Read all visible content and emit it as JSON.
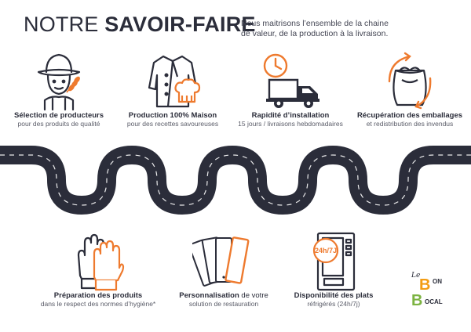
{
  "header": {
    "title_light": "NOTRE",
    "title_bold": "SAVOIR-FAIRE",
    "intro_line1": "Nous maitrisons l’ensemble de la chaine",
    "intro_line2": "de valeur, de la production à la livraison."
  },
  "features_top": [
    {
      "title": "Sélection de producteurs",
      "subtitle": "pour des produits de qualité",
      "icon": "farmer-icon"
    },
    {
      "title": "Production 100% Maison",
      "subtitle": "pour des recettes savoureuses",
      "icon": "chef-jacket-icon"
    },
    {
      "title": "Rapidité d’installation",
      "subtitle": "15 jours / livraisons hebdomadaires",
      "icon": "delivery-truck-icon"
    },
    {
      "title": "Récupération des emballages",
      "subtitle": "et redistribution des invendus",
      "icon": "recycling-bag-icon"
    }
  ],
  "features_bottom": [
    {
      "title": "Préparation des produits",
      "subtitle": "dans le respect des normes d’hygiène*",
      "icon": "gloves-icon"
    },
    {
      "title_bold": "Personnalisation",
      "title_rest": " de votre",
      "subtitle": "solution de restauration",
      "icon": "color-swatches-icon"
    },
    {
      "title": "Disponibilité des plats",
      "subtitle": "réfrigérés (24h/7j)",
      "icon": "vending-machine-icon"
    }
  ],
  "vending_badge": "24h/7J",
  "logo": {
    "le": "Le",
    "b1": "B",
    "on": "ON",
    "b2": "B",
    "ocal": "OCAL"
  },
  "colors": {
    "dark": "#2b2d3a",
    "accent": "#ee7a2e",
    "road": "#2b2d3a",
    "logo_green": "#7cb342",
    "logo_orange": "#f39c12"
  }
}
